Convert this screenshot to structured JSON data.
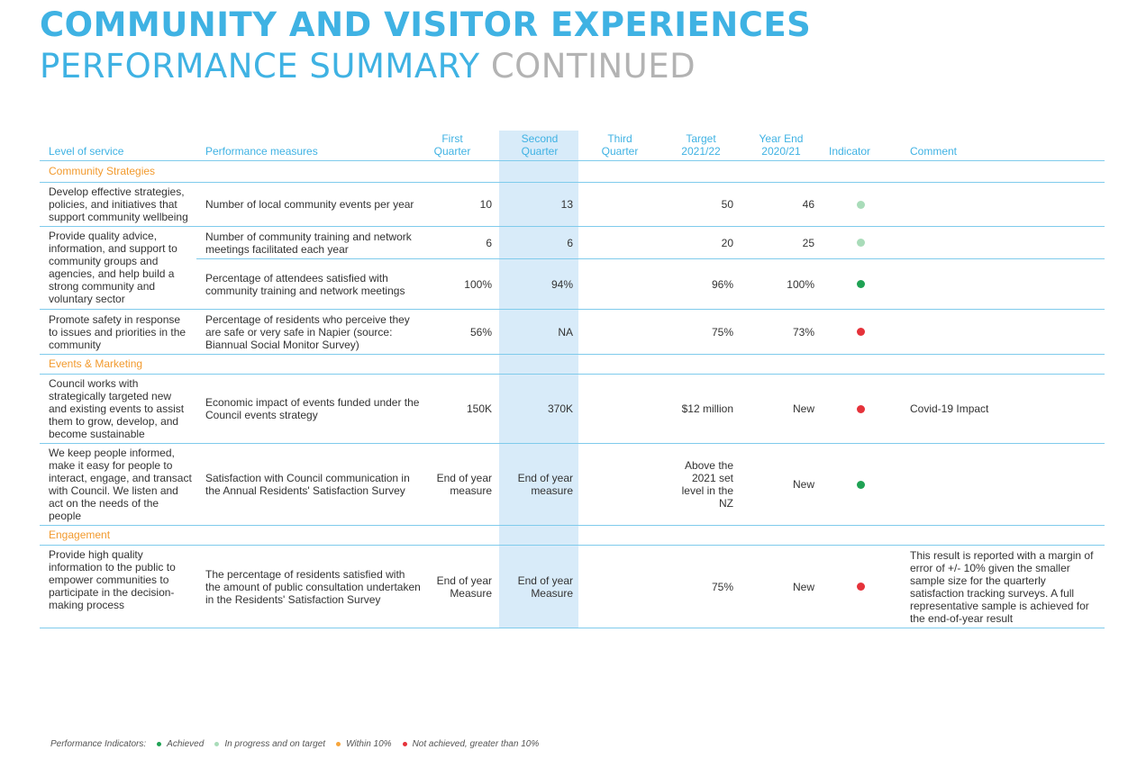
{
  "title": {
    "line1": "COMMUNITY AND VISITOR EXPERIENCES",
    "line2_main": "PERFORMANCE SUMMARY",
    "line2_suffix": "CONTINUED"
  },
  "colors": {
    "accent_blue": "#3fb2e3",
    "section_orange": "#f29a2e",
    "achieved": "#1fa254",
    "in_progress": "#a9dcb9",
    "within10": "#f7a53b",
    "not_achieved": "#e5323a"
  },
  "headers": {
    "level": "Level of service",
    "measures": "Performance measures",
    "q1_a": "First",
    "q1_b": "Quarter",
    "q2_a": "Second",
    "q2_b": "Quarter",
    "q3_a": "Third",
    "q3_b": "Quarter",
    "target_a": "Target",
    "target_b": "2021/22",
    "ye_a": "Year End",
    "ye_b": "2020/21",
    "indicator": "Indicator",
    "comment": "Comment"
  },
  "sections": {
    "community": "Community Strategies",
    "events": "Events & Marketing",
    "engagement": "Engagement"
  },
  "rows": {
    "r1": {
      "level": "Develop effective strategies, policies, and initiatives that support community wellbeing",
      "measure": "Number of local community events per year",
      "q1": "10",
      "q2": "13",
      "q3": "",
      "target": "50",
      "ye": "46",
      "indicator": "in_progress",
      "comment": ""
    },
    "r2": {
      "level": "Provide quality advice, information, and support to community groups and agencies, and help build a strong community and voluntary sector",
      "measure": "Number of community training and network meetings facilitated each year",
      "q1": "6",
      "q2": "6",
      "q3": "",
      "target": "20",
      "ye": "25",
      "indicator": "in_progress",
      "comment": ""
    },
    "r3": {
      "measure": "Percentage of attendees satisfied with community training and network meetings",
      "q1": "100%",
      "q2": "94%",
      "q3": "",
      "target": "96%",
      "ye": "100%",
      "indicator": "achieved",
      "comment": ""
    },
    "r4": {
      "level": "Promote safety in response to issues and priorities in the community",
      "measure": "Percentage of residents who perceive they are safe or very safe in Napier (source: Biannual Social Monitor Survey)",
      "q1": "56%",
      "q2": "NA",
      "q3": "",
      "target": "75%",
      "ye": "73%",
      "indicator": "not_achieved",
      "comment": ""
    },
    "r5": {
      "level": "Council works with strategically targeted new and existing events to assist them to grow, develop, and become sustainable",
      "measure": "Economic impact of events funded under the Council events strategy",
      "q1": "150K",
      "q2": "370K",
      "q3": "",
      "target": "$12 million",
      "ye": "New",
      "indicator": "not_achieved",
      "comment": "Covid-19 Impact"
    },
    "r6": {
      "level": "We keep people informed, make it easy for people to interact, engage, and transact with Council. We listen and act on the needs of the people",
      "measure": "Satisfaction with Council communication in the Annual Residents' Satisfaction Survey",
      "q1": "End of year measure",
      "q2": "End of year measure",
      "q3": "",
      "target": "Above the 2021 set level in the NZ",
      "ye": "New",
      "indicator": "achieved",
      "comment": ""
    },
    "r7": {
      "level": "Provide high quality information to the public to empower communities to participate in the decision-making process",
      "measure": "The percentage of residents satisfied with the amount of public consultation undertaken in the Residents' Satisfaction Survey",
      "q1": "End of year Measure",
      "q2": "End of year Measure",
      "q3": "",
      "target": "75%",
      "ye": "New",
      "indicator": "not_achieved",
      "comment": "This result is reported with a margin of error of +/- 10% given the smaller sample size for the quarterly satisfaction tracking surveys. A full representative sample is achieved for the end-of-year result"
    }
  },
  "legend": {
    "label": "Performance Indicators:",
    "achieved": "Achieved",
    "in_progress": "In progress and on target",
    "within10": "Within 10%",
    "not_achieved": "Not achieved, greater than 10%"
  }
}
